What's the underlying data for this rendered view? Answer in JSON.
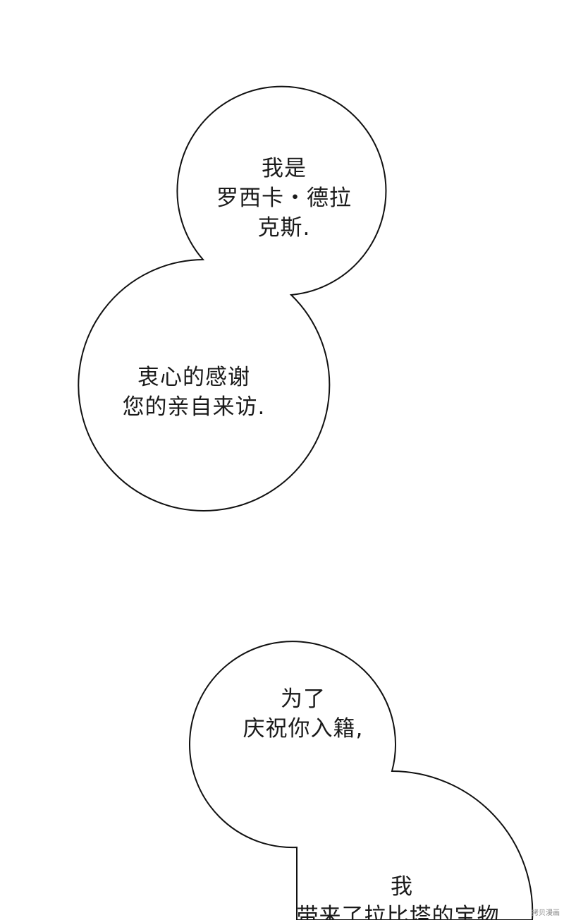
{
  "bubbles": {
    "top_small": {
      "lines": [
        "我是",
        "罗西卡・德拉",
        "克斯."
      ]
    },
    "top_large": {
      "lines": [
        "衷心的感谢",
        "您的亲自来访."
      ]
    },
    "bottom_small": {
      "lines": [
        "为了",
        "庆祝你入籍,"
      ]
    },
    "bottom_large": {
      "lines": [
        "我",
        "带来了拉比塔的宝物."
      ]
    }
  },
  "watermark": "拷贝漫画"
}
